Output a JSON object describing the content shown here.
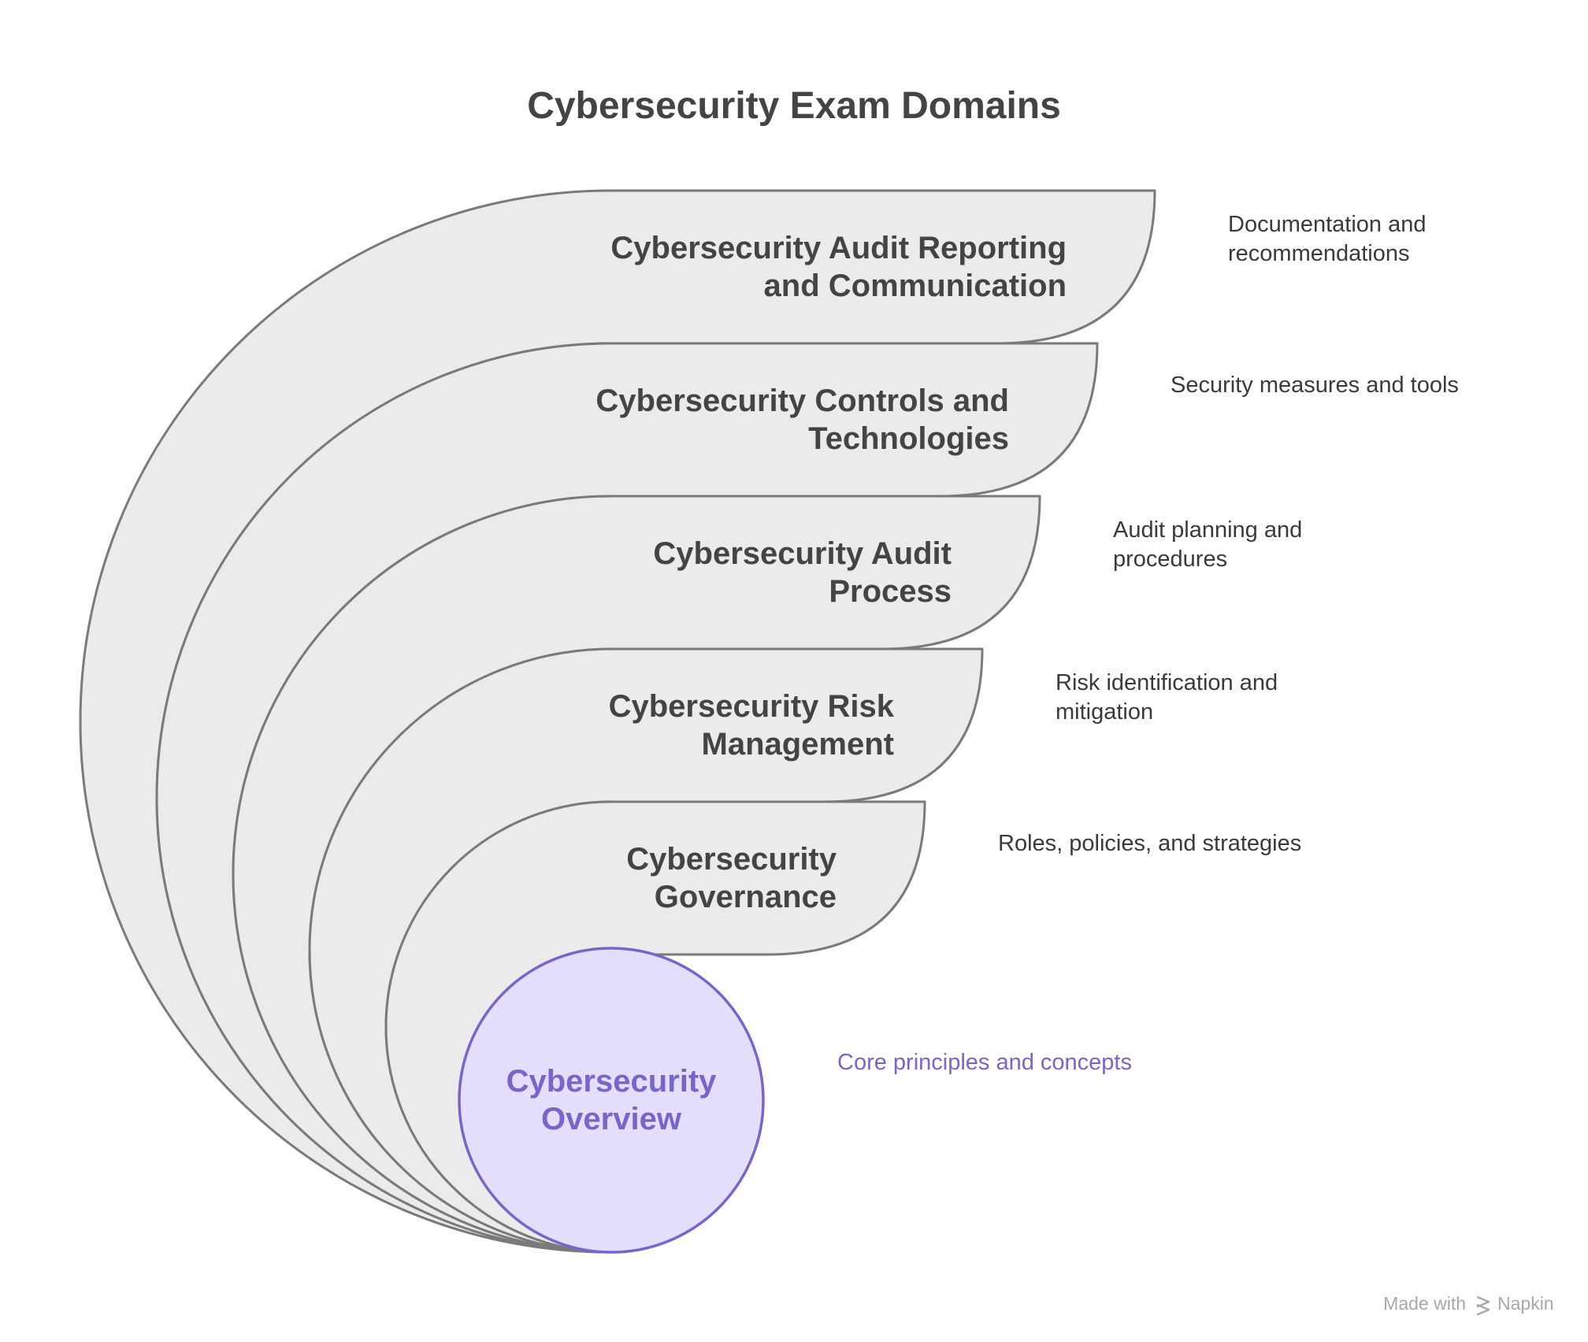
{
  "title": "Cybersecurity Exam Domains",
  "layers": [
    {
      "name_lines": [
        "Cybersecurity Audit Reporting",
        "and Communication"
      ],
      "desc_lines": [
        "Documentation and",
        "recommendations"
      ]
    },
    {
      "name_lines": [
        "Cybersecurity Controls and",
        "Technologies"
      ],
      "desc_lines": [
        "Security measures and tools"
      ]
    },
    {
      "name_lines": [
        "Cybersecurity Audit",
        "Process"
      ],
      "desc_lines": [
        "Audit planning and",
        "procedures"
      ]
    },
    {
      "name_lines": [
        "Cybersecurity Risk",
        "Management"
      ],
      "desc_lines": [
        "Risk identification and",
        "mitigation"
      ]
    },
    {
      "name_lines": [
        "Cybersecurity",
        "Governance"
      ],
      "desc_lines": [
        "Roles, policies, and strategies"
      ]
    }
  ],
  "core": {
    "name_lines": [
      "Cybersecurity",
      "Overview"
    ],
    "desc": "Core principles and concepts"
  },
  "footer": {
    "made_with": "Made with",
    "brand": "Napkin"
  },
  "colors": {
    "layer_fill": "#ebebeb",
    "layer_stroke": "#7a7a7a",
    "core_fill": "#e3defb",
    "core_stroke": "#7a64cc",
    "text": "#444444",
    "accent": "#7a64cc"
  },
  "icons": {
    "footer_logo": "napkin-logo-icon"
  }
}
